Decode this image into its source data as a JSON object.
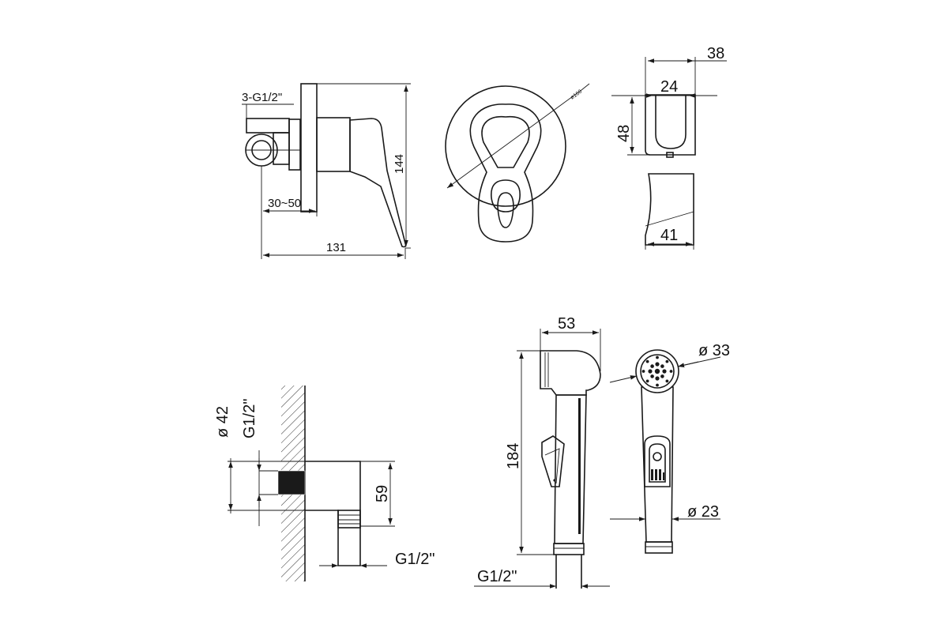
{
  "views": {
    "mixer_side": {
      "thread": "3-G1/2\"",
      "adjust": "30~50",
      "width": "131",
      "height": "144"
    },
    "mixer_front": {
      "diameter": "ø160"
    },
    "holder": {
      "top_width": "38",
      "inner_width": "24",
      "height": "48",
      "bottom_width": "41"
    },
    "wall_outlet": {
      "diameter": "ø 42",
      "thread_top": "G1/2\"",
      "height": "59",
      "thread_bottom": "G1/2\""
    },
    "handset_side": {
      "width": "53",
      "height": "184",
      "thread": "G1/2\""
    },
    "handset_front": {
      "head_diameter": "ø 33",
      "body_diameter": "ø 23"
    }
  },
  "colors": {
    "line": "#1a1a1a",
    "background": "#ffffff"
  }
}
